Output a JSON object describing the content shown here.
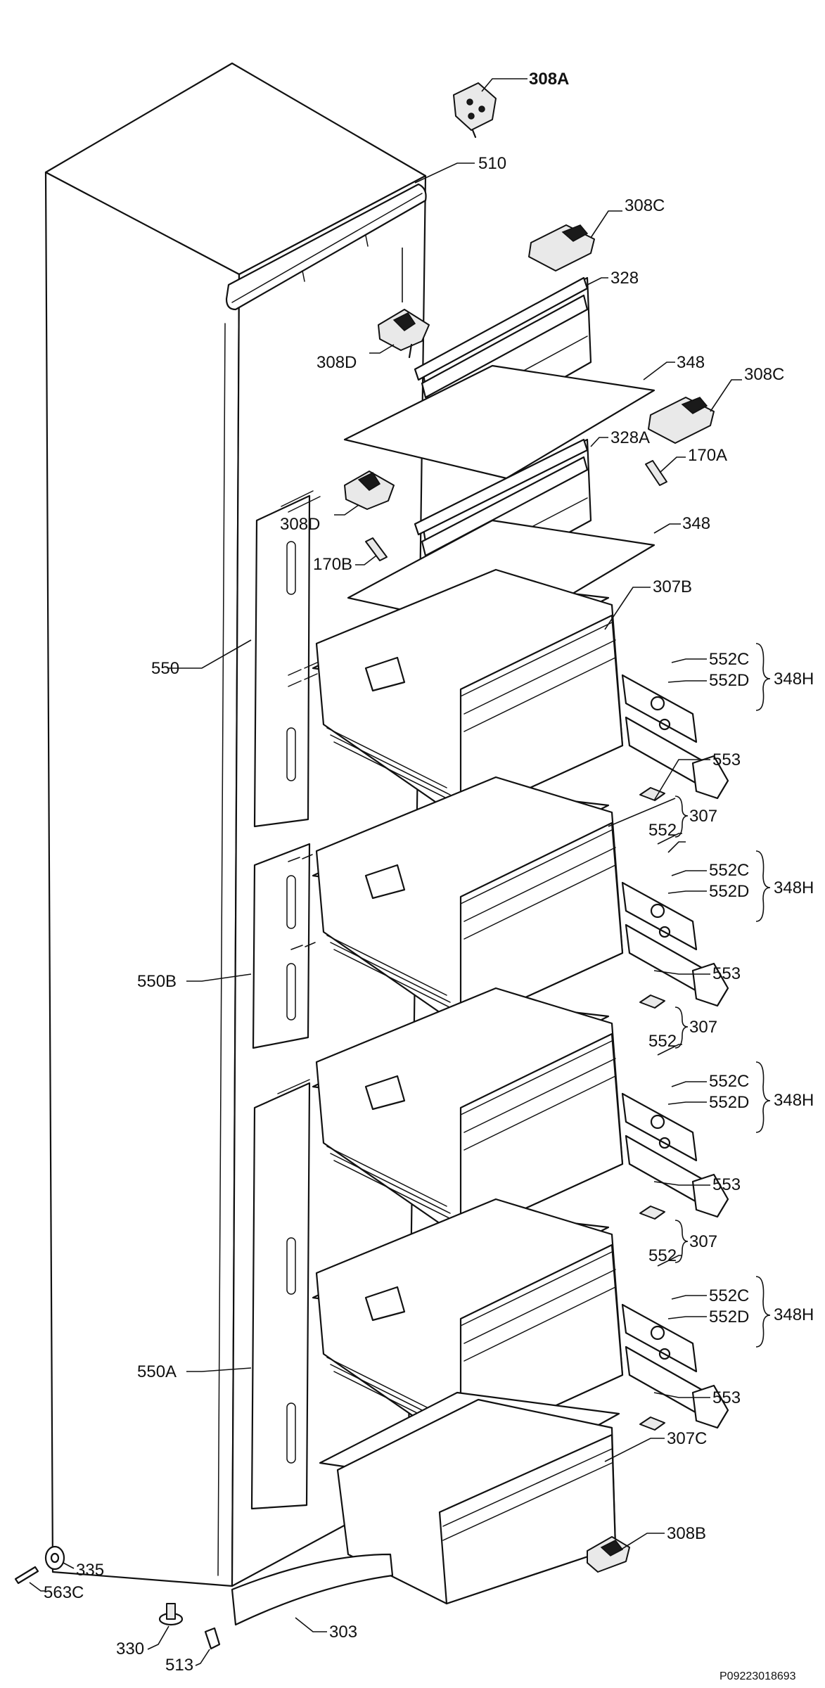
{
  "labels": {
    "p308A": "308A",
    "p510": "510",
    "p308C_top": "308C",
    "p328": "328",
    "p308D_top": "308D",
    "p348_top": "348",
    "p308C_mid": "308C",
    "p328A": "328A",
    "p170A": "170A",
    "p308D_mid": "308D",
    "p348_mid": "348",
    "p170B": "170B",
    "p307B": "307B",
    "p550": "550",
    "p552C_1": "552C",
    "p552D_1": "552D",
    "p348H_1": "348H",
    "p553_1": "553",
    "p307_2": "307",
    "p552_2": "552",
    "p552C_2": "552C",
    "p552D_2": "552D",
    "p348H_2": "348H",
    "p553_2": "553",
    "p550B": "550B",
    "p307_3": "307",
    "p552_3": "552",
    "p552C_3": "552C",
    "p552D_3": "552D",
    "p348H_3": "348H",
    "p553_3": "553",
    "p307_4": "307",
    "p552_4": "552",
    "p552C_4": "552C",
    "p552D_4": "552D",
    "p348H_4": "348H",
    "p553_4": "553",
    "p550A": "550A",
    "p307C": "307C",
    "p308B": "308B",
    "p335": "335",
    "p563C": "563C",
    "p303": "303",
    "p330": "330",
    "p513": "513",
    "docref": "P09223018693"
  },
  "colors": {
    "line": "#111111",
    "background": "#ffffff",
    "part_fill": "#e9e9e9"
  }
}
